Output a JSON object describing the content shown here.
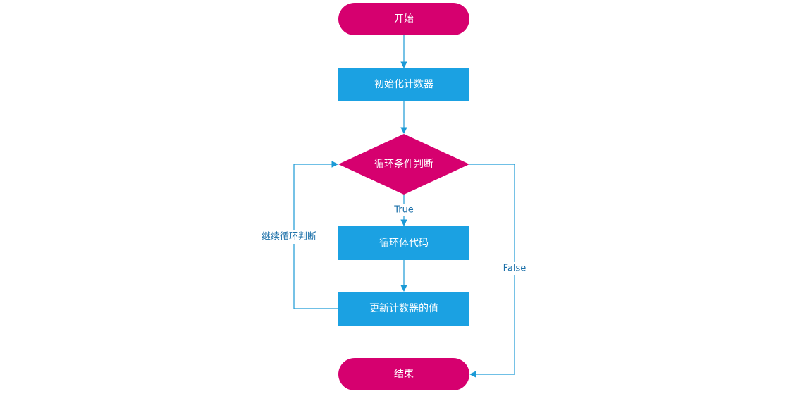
{
  "colors": {
    "terminal": "#d6006f",
    "decision": "#d6006f",
    "process": "#1ba1e2",
    "connector": "#1b9ad6",
    "edge_label": "#1a6fa8",
    "node_text": "#ffffff"
  },
  "nodes": {
    "start": {
      "label": "开始",
      "shape": "terminal"
    },
    "init": {
      "label": "初始化计数器",
      "shape": "process"
    },
    "condition": {
      "label": "循环条件判断",
      "shape": "decision"
    },
    "body": {
      "label": "循环体代码",
      "shape": "process"
    },
    "update": {
      "label": "更新计数器的值",
      "shape": "process"
    },
    "end": {
      "label": "结束",
      "shape": "terminal"
    }
  },
  "edges": {
    "start_to_init": {
      "from": "start",
      "to": "init",
      "label": ""
    },
    "init_to_condition": {
      "from": "init",
      "to": "condition",
      "label": ""
    },
    "condition_true": {
      "from": "condition",
      "to": "body",
      "label": "True"
    },
    "body_to_update": {
      "from": "body",
      "to": "update",
      "label": ""
    },
    "update_loop": {
      "from": "update",
      "to": "condition",
      "label": "继续循环判断"
    },
    "condition_false": {
      "from": "condition",
      "to": "end",
      "label": "False"
    }
  }
}
